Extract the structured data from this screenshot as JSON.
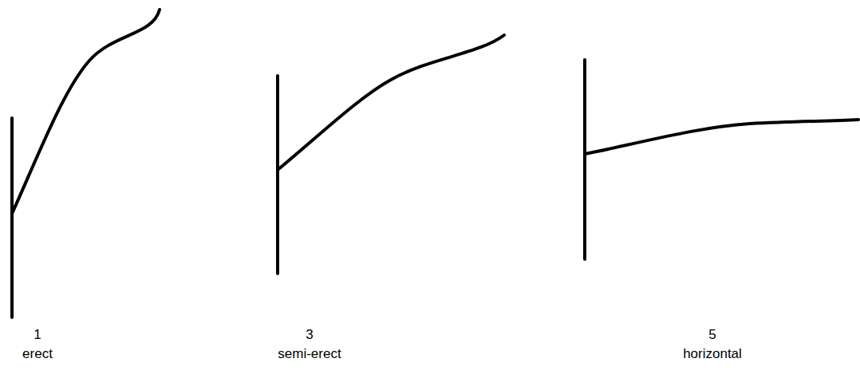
{
  "diagram": {
    "labels": [
      "1",
      "erect",
      "3",
      "semi-erect",
      "5",
      "horizontal"
    ]
  }
}
